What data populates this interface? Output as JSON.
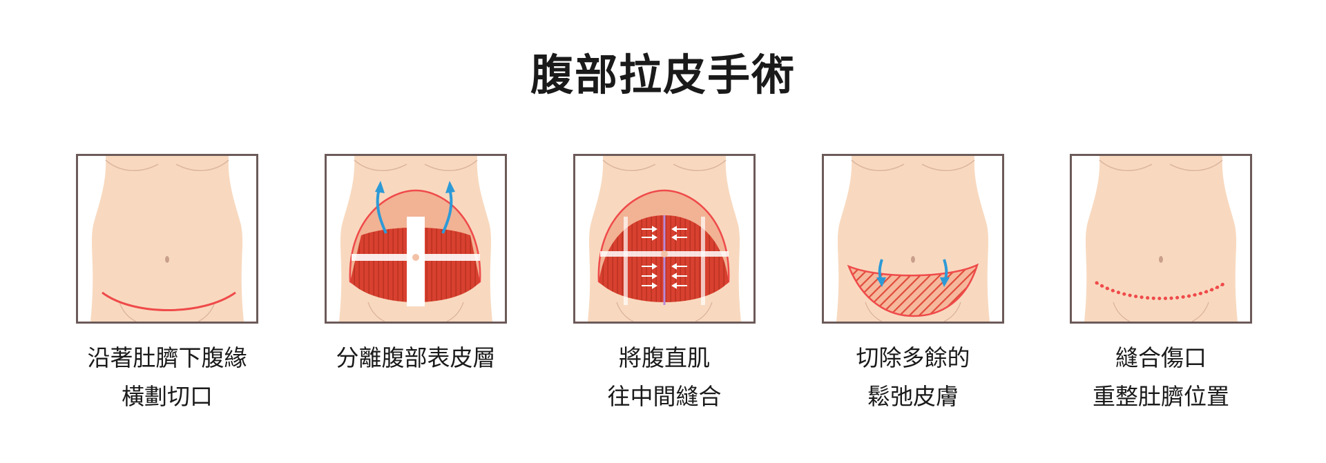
{
  "title": "腹部拉皮手術",
  "steps": [
    {
      "line1": "沿著肚臍下腹緣",
      "line2": "橫劃切口"
    },
    {
      "line1": "分離腹部表皮層",
      "line2": ""
    },
    {
      "line1": "將腹直肌",
      "line2": "往中間縫合"
    },
    {
      "line1": "切除多餘的",
      "line2": "鬆弛皮膚"
    },
    {
      "line1": "縫合傷口",
      "line2": "重整肚臍位置"
    }
  ],
  "colors": {
    "skin": "#f8d9bf",
    "skin_line": "#ddb6a0",
    "incision": "#ef4a4a",
    "muscle": "#d8402f",
    "flap": "#f2b294",
    "arrow": "#2d9ad6",
    "frame": "#6b5a58"
  }
}
